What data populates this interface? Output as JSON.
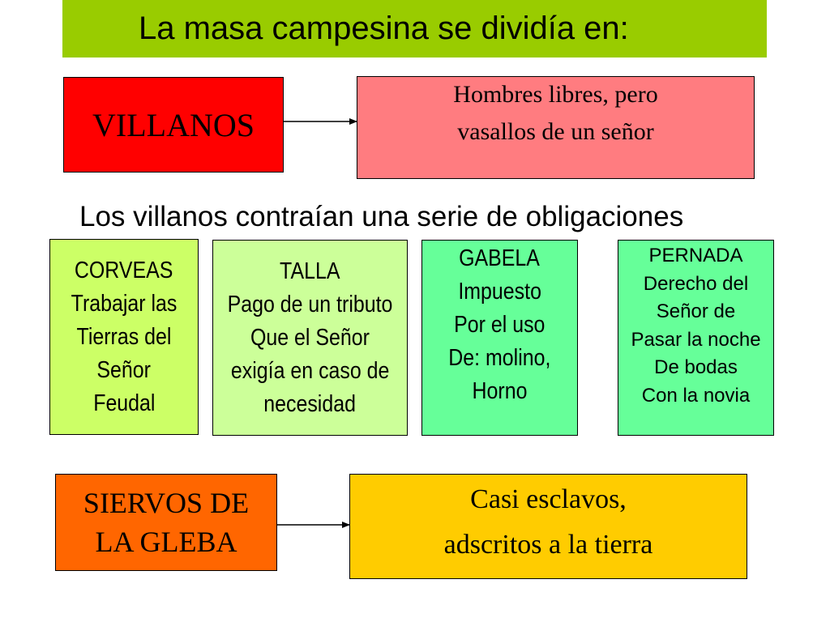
{
  "title": "La masa campesina se dividía en:",
  "villanos": {
    "label": "VILLANOS",
    "description": [
      "Hombres libres, pero",
      "vasallos de un señor"
    ]
  },
  "obligaciones_heading": "Los villanos contraían una serie de obligaciones",
  "obligaciones": {
    "corveas": [
      "CORVEAS",
      "Trabajar las",
      "Tierras del",
      "Señor",
      "Feudal"
    ],
    "talla": [
      "TALLA",
      "Pago de un tributo",
      "Que el Señor",
      "exigía en caso de",
      "necesidad"
    ],
    "gabela": [
      "GABELA",
      "Impuesto",
      "Por el uso",
      "De: molino,",
      "Horno"
    ],
    "pernada": [
      "PERNADA",
      "Derecho del",
      "Señor de",
      "Pasar la noche",
      "De bodas",
      "Con la novia"
    ]
  },
  "siervos": {
    "label": [
      "SIERVOS DE",
      "LA GLEBA"
    ],
    "description": [
      "Casi esclavos,",
      "adscritos a la tierra"
    ]
  },
  "colors": {
    "title_bg": "#99cc00",
    "villanos_bg": "#ff0000",
    "villanos_desc_bg": "#ff7c80",
    "corveas_bg": "#ccff66",
    "talla_bg": "#ccff99",
    "gabela_bg": "#66ff99",
    "pernada_bg": "#66ff99",
    "siervos_bg": "#ff6600",
    "siervos_desc_bg": "#ffcc00"
  }
}
